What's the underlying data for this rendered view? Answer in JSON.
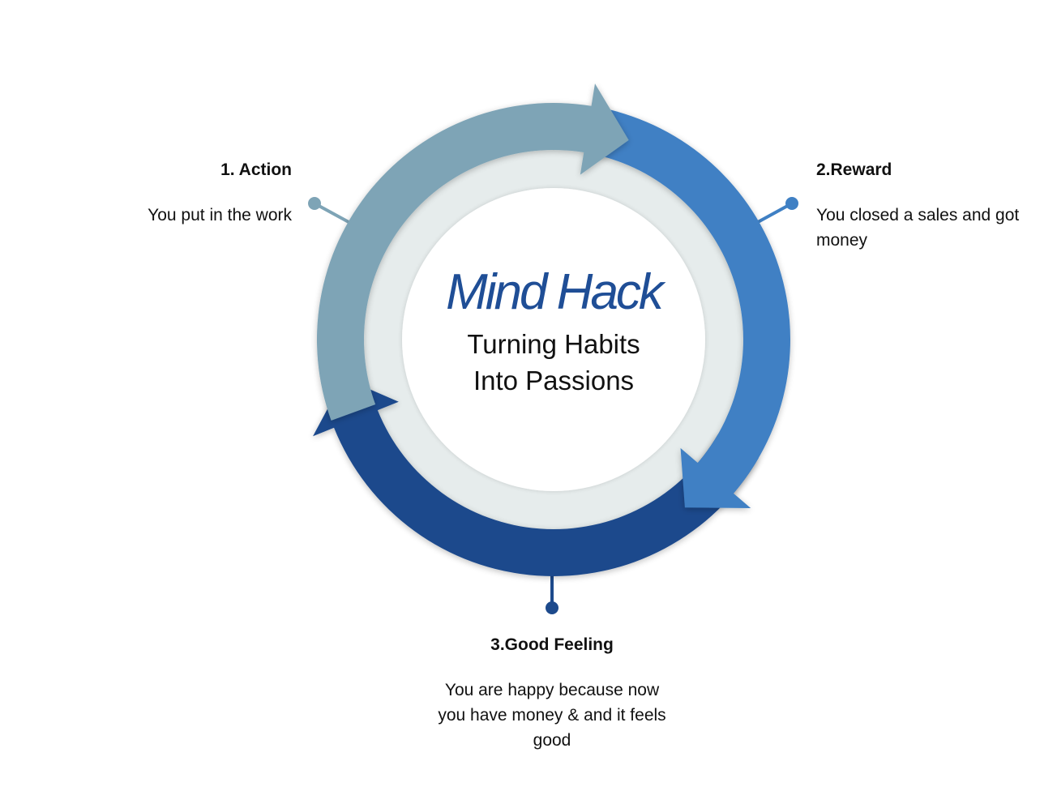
{
  "center": {
    "title": "Mind Hack",
    "subtitle_line1": "Turning Habits",
    "subtitle_line2": "Into Passions"
  },
  "steps": [
    {
      "title": "1. Action",
      "description": "You put in the work",
      "color": "#7ea4b6"
    },
    {
      "title": "2.Reward",
      "description": "You closed a sales and got money",
      "color": "#3f80c4"
    },
    {
      "title": "3.Good Feeling",
      "description": "You are happy because now you have money & and it feels good",
      "color": "#1d4a8c"
    }
  ],
  "colors": {
    "ring_background": "#e6ecec",
    "inner_circle": "#ffffff",
    "title_accent": "#1f4e96"
  }
}
